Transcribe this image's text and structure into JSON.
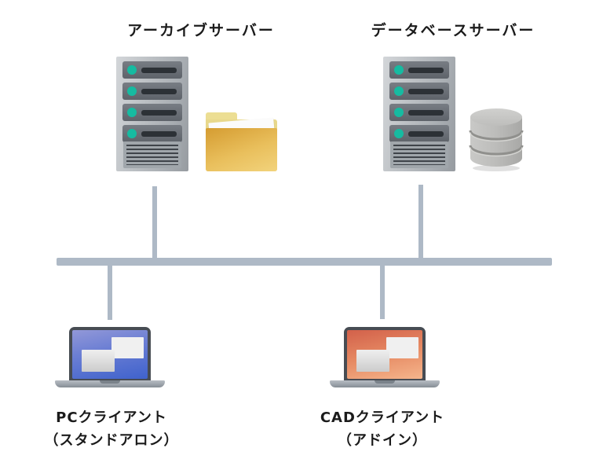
{
  "diagram": {
    "type": "network-topology",
    "nodes": {
      "archive_server": {
        "label": "アーカイブサーバー",
        "icons": [
          "server-tower-icon",
          "folder-icon"
        ]
      },
      "database_server": {
        "label": "データベースサーバー",
        "icons": [
          "server-tower-icon",
          "database-cylinder-icon"
        ]
      },
      "pc_client": {
        "label": "PCクライアント",
        "sublabel": "（スタンドアロン）",
        "icons": [
          "laptop-icon"
        ],
        "screen_color": "#3f62cc"
      },
      "cad_client": {
        "label": "CADクライアント",
        "sublabel": "（アドイン）",
        "icons": [
          "laptop-icon"
        ],
        "screen_color": "#e68a63"
      }
    },
    "connections": [
      {
        "from": "archive_server",
        "to": "bus"
      },
      {
        "from": "database_server",
        "to": "bus"
      },
      {
        "from": "pc_client",
        "to": "bus"
      },
      {
        "from": "cad_client",
        "to": "bus"
      }
    ],
    "colors": {
      "background": "#ffffff",
      "connector": "#aeb9c6",
      "server_body": "#b4b8bc",
      "server_led": "#16bba1",
      "folder": "#e9bf5c",
      "database": "#bdbdbb",
      "text": "#1b1b1b"
    }
  }
}
